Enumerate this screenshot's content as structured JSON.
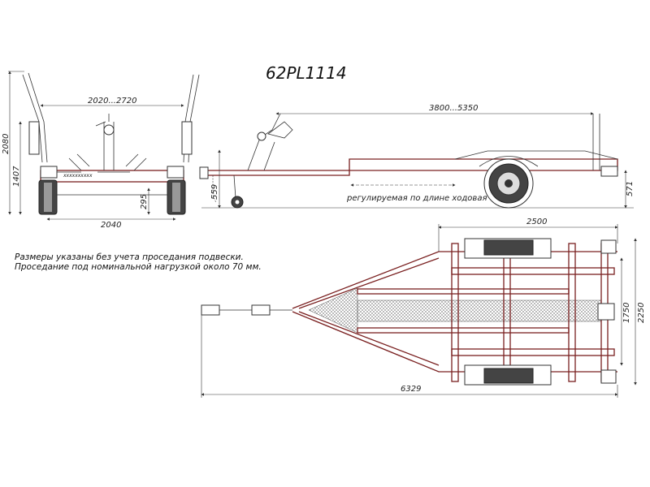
{
  "title": "62PL1114",
  "dims": {
    "rear_width": "2020...2720",
    "rear_height": "2080",
    "rear_frame_height": "1407",
    "track": "2040",
    "axle_height": "295",
    "length_adjust": "3800...5350",
    "hitch_height": "559",
    "rear_stand": "571",
    "top_width": "2500",
    "inner_width": "1750",
    "outer_width": "2250",
    "overall_length": "6329"
  },
  "labels": {
    "adjust_note": "регулируемая по длине ходовая"
  },
  "notes": [
    "Размеры указаны без учета проседания подвески.",
    "Проседание под номинальной нагрузкой около 70 мм."
  ],
  "colors": {
    "frame": "#7a2020",
    "line": "#333333"
  }
}
